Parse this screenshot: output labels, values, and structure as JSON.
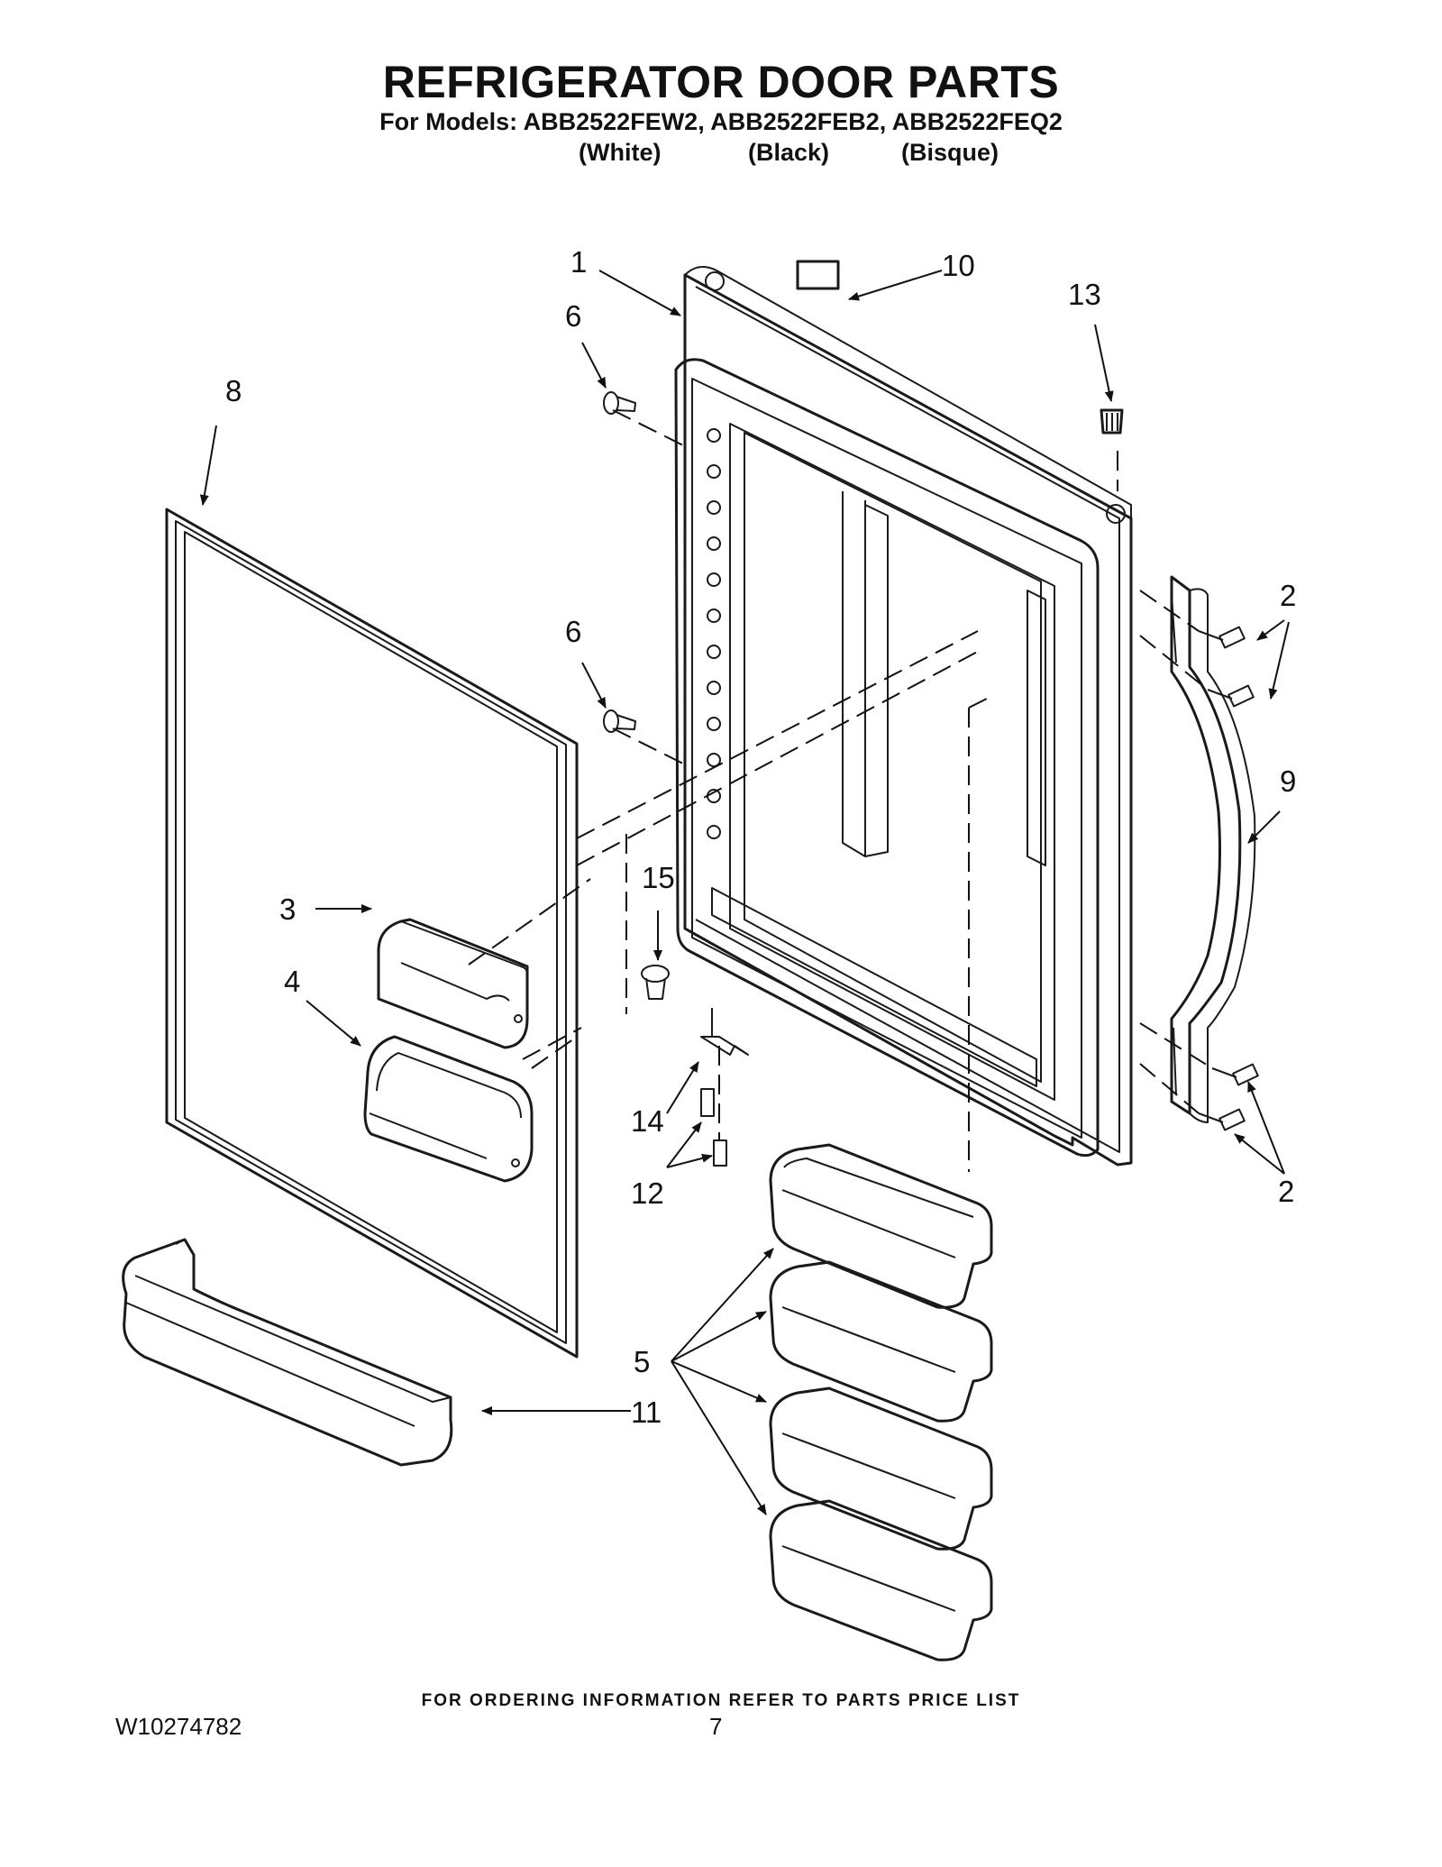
{
  "header": {
    "title": "REFRIGERATOR DOOR PARTS",
    "subtitle": "For Models: ABB2522FEW2, ABB2522FEB2, ABB2522FEQ2",
    "colors": [
      "(White)",
      "(Black)",
      "(Bisque)"
    ]
  },
  "callouts": {
    "c1": "1",
    "c2a": "2",
    "c2b": "2",
    "c3": "3",
    "c4": "4",
    "c5": "5",
    "c6a": "6",
    "c6b": "6",
    "c8": "8",
    "c9": "9",
    "c10": "10",
    "c11": "11",
    "c12": "12",
    "c13": "13",
    "c14": "14",
    "c15": "15"
  },
  "footer": {
    "note": "FOR ORDERING INFORMATION REFER TO PARTS PRICE LIST",
    "doc_number": "W10274782",
    "page_number": "7"
  }
}
